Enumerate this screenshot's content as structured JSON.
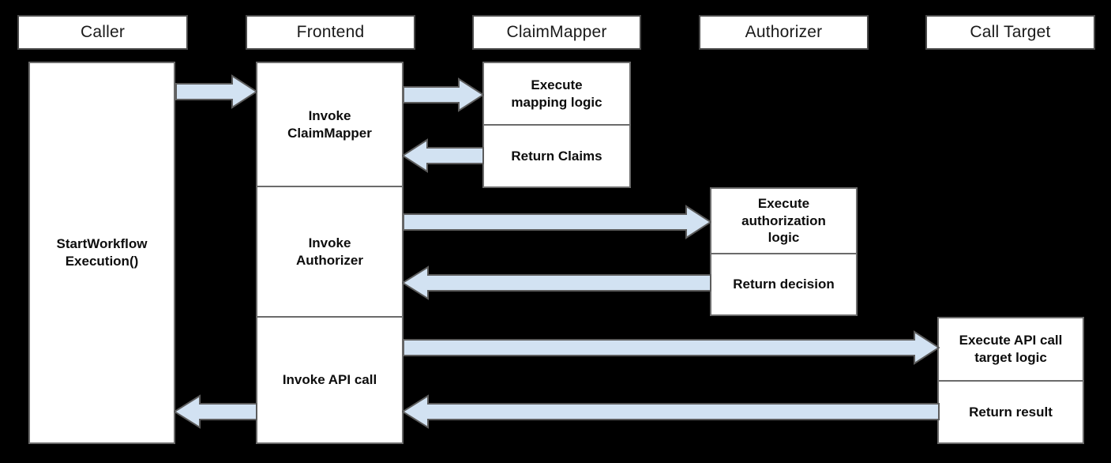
{
  "diagram": {
    "type": "sequence-diagram",
    "title": "",
    "background_color": "#000000",
    "box_fill": "#ffffff",
    "box_border": "#4a4a4a",
    "arrow_fill": "#d2e2f2",
    "arrow_border": "#5c5c5c"
  },
  "participants": [
    {
      "id": "caller",
      "label": "Caller"
    },
    {
      "id": "frontend",
      "label": "Frontend"
    },
    {
      "id": "claimmapper",
      "label": "ClaimMapper"
    },
    {
      "id": "authorizer",
      "label": "Authorizer"
    },
    {
      "id": "calltarget",
      "label": "Call Target"
    }
  ],
  "activations": {
    "caller": {
      "cells": [
        {
          "label": "StartWorkflow\nExecution()"
        }
      ]
    },
    "frontend": {
      "cells": [
        {
          "label": "Invoke\nClaimMapper"
        },
        {
          "label": "Invoke\nAuthorizer"
        },
        {
          "label": "Invoke API call"
        }
      ]
    },
    "claimmapper": {
      "cells": [
        {
          "label": "Execute\nmapping logic"
        },
        {
          "label": "Return Claims"
        }
      ]
    },
    "authorizer": {
      "cells": [
        {
          "label": "Execute\nauthorization\nlogic"
        },
        {
          "label": "Return decision"
        }
      ]
    },
    "calltarget": {
      "cells": [
        {
          "label": "Execute API call\ntarget logic"
        },
        {
          "label": "Return result"
        }
      ]
    }
  },
  "messages": [
    {
      "id": "m1",
      "from": "caller",
      "to": "frontend",
      "direction": "right",
      "label": ""
    },
    {
      "id": "m2",
      "from": "frontend",
      "to": "claimmapper",
      "direction": "right",
      "label": ""
    },
    {
      "id": "m3",
      "from": "claimmapper",
      "to": "frontend",
      "direction": "left",
      "label": ""
    },
    {
      "id": "m4",
      "from": "frontend",
      "to": "authorizer",
      "direction": "right",
      "label": ""
    },
    {
      "id": "m5",
      "from": "authorizer",
      "to": "frontend",
      "direction": "left",
      "label": ""
    },
    {
      "id": "m6",
      "from": "frontend",
      "to": "calltarget",
      "direction": "right",
      "label": ""
    },
    {
      "id": "m7",
      "from": "calltarget",
      "to": "frontend",
      "direction": "left",
      "label": ""
    },
    {
      "id": "m8",
      "from": "frontend",
      "to": "caller",
      "direction": "left",
      "label": ""
    }
  ]
}
